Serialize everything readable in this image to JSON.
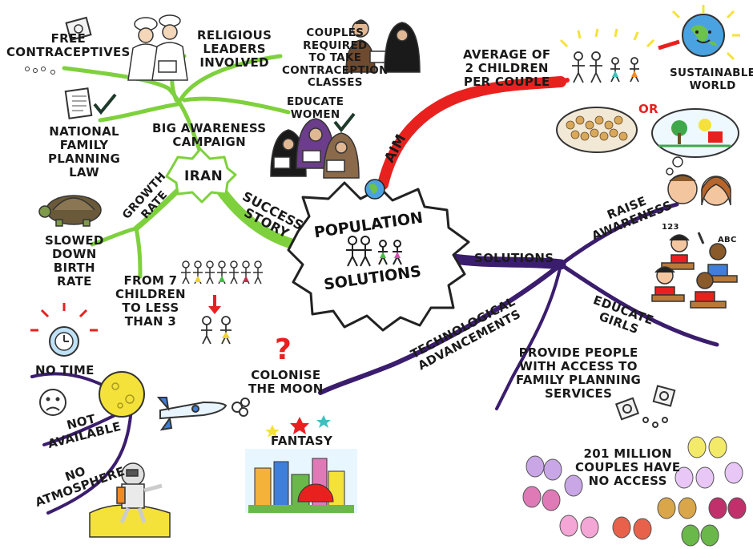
{
  "center": {
    "line1": "POPULATION",
    "line2": "SOLUTIONS"
  },
  "branches": {
    "aim": {
      "label": "AIM",
      "average": "AVERAGE OF\n2 CHILDREN\nPER COUPLE",
      "sustainable": "SUSTAINABLE\nWORLD",
      "or": "OR",
      "color": "#e8211f"
    },
    "success_story": {
      "label": "SUCCESS\nSTORY",
      "iran": "IRAN",
      "campaign": "BIG AWARENESS\nCAMPAIGN",
      "free_contraceptives": "FREE\nCONTRACEPTIVES",
      "religious": "RELIGIOUS\nLEADERS\nINVOLVED",
      "couples": "COUPLES\nREQUIRED\nTO TAKE\nCONTRACEPTION\nCLASSES",
      "educate_women": "EDUCATE\nWOMEN",
      "national_law": "NATIONAL\nFAMILY\nPLANNING\nLAW",
      "growth_rate": "GROWTH\nRATE",
      "slowed": "SLOWED\nDOWN\nBIRTH\nRATE",
      "from7": "FROM 7\nCHILDREN\nTO LESS\nTHAN 3",
      "color": "#7ed13c"
    },
    "solutions": {
      "label": "SOLUTIONS",
      "raise_awareness": "RAISE\nAWARENESS",
      "educate_girls": "EDUCATE\nGIRLS",
      "provide": "PROVIDE PEOPLE\nWITH ACCESS TO\nFAMILY PLANNING\nSERVICES",
      "no_access": "201 MILLION\nCOUPLES HAVE\nNO ACCESS",
      "blackboard_123": "123",
      "blackboard_abc": "ABC",
      "color": "#3b1d6e"
    },
    "technology": {
      "label": "TECHNOLOGICAL\nADVANCEMENTS",
      "colonise": "COLONISE\nTHE MOON",
      "fantasy": "FANTASY",
      "no_time": "NO TIME",
      "not_available": "NOT\nAVAILABLE",
      "no_atmosphere": "NO\nATMOSPHERE",
      "question": "?",
      "color": "#3b1d6e"
    }
  }
}
